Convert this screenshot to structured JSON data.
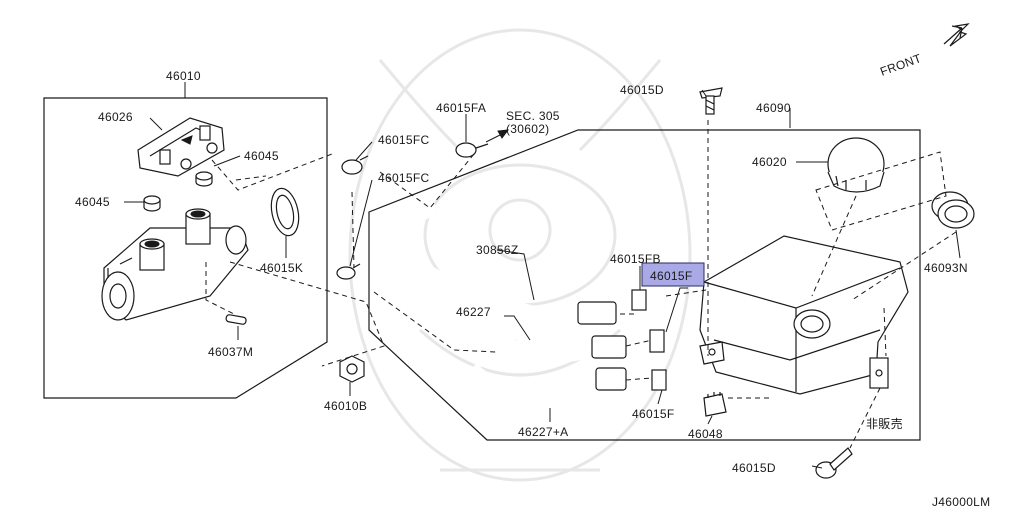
{
  "diagram_id": "J46000LM",
  "orientation_label": "FRONT",
  "reference": {
    "section": "SEC. 305",
    "sub": "(30602)"
  },
  "not_for_sale_note": "非販売",
  "highlight_color": "#a9a9e6",
  "parts": {
    "p46010": "46010",
    "p46026": "46026",
    "p46045_top": "46045",
    "p46045_left": "46045",
    "p46015K": "46015K",
    "p46037M": "46037M",
    "p46010B": "46010B",
    "p46015FA": "46015FA",
    "p46015FC_top": "46015FC",
    "p46015FC_mid": "46015FC",
    "p30856Z": "30856Z",
    "p46227": "46227",
    "p46227A": "46227+A",
    "p46015FB": "46015FB",
    "p46015F_box": "46015F",
    "p46015F_bottom": "46015F",
    "p46048": "46048",
    "p46015D_top": "46015D",
    "p46015D_bottom": "46015D",
    "p46090": "46090",
    "p46020": "46020",
    "p46093N": "46093N"
  }
}
